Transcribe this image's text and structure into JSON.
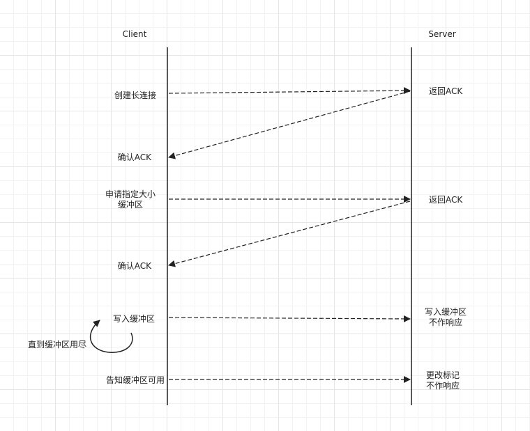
{
  "colors": {
    "line": "#222222",
    "grid_major": "#e6e6e6",
    "grid_minor": "#f3f3f3"
  },
  "participants": {
    "client": "Client",
    "server": "Server"
  },
  "messages": {
    "m1": "创建长连接",
    "m2": "确认ACK",
    "m3_line1": "申请指定大小",
    "m3_line2": "缓冲区",
    "m4": "确认ACK",
    "m5": "写入缓冲区",
    "m6": "告知缓冲区可用"
  },
  "notes": {
    "s1": "返回ACK",
    "s2": "返回ACK",
    "s3_line1": "写入缓冲区",
    "s3_line2": "不作响应",
    "s4_line1": "更改标记",
    "s4_line2": "不作响应",
    "loop": "直到缓冲区用尽"
  },
  "edges": [
    {
      "id": "create-connection",
      "from": "client",
      "to": "server",
      "style": "dashed"
    },
    {
      "id": "ack-1",
      "from": "server",
      "to": "client",
      "style": "dashed"
    },
    {
      "id": "request-buffer",
      "from": "client",
      "to": "server",
      "style": "dashed"
    },
    {
      "id": "ack-2",
      "from": "server",
      "to": "client",
      "style": "dashed"
    },
    {
      "id": "write-buffer",
      "from": "client",
      "to": "server",
      "style": "dashed"
    },
    {
      "id": "notify-buffer-available",
      "from": "client",
      "to": "server",
      "style": "dashed"
    },
    {
      "id": "loop-until-full",
      "from": "client",
      "to": "client",
      "style": "solid"
    }
  ]
}
